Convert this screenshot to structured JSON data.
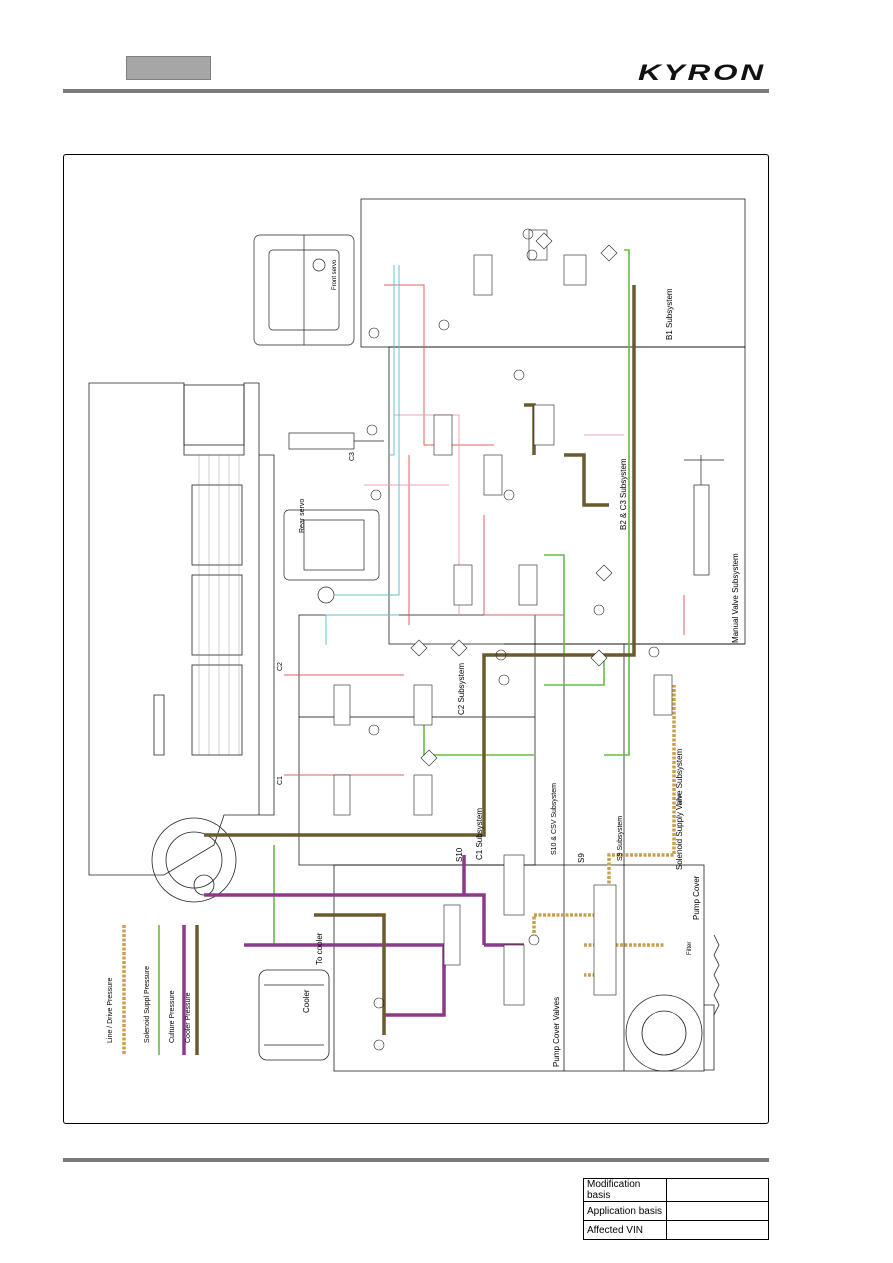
{
  "header": {
    "brand": "KYRON"
  },
  "diagram": {
    "subsystems": [
      "B1 Subsystem",
      "B2 & C3 Subsystem",
      "Manual Valve Subsystem",
      "C2 Subsystem",
      "S10 & CSV Subsystem",
      "C1 Subsystem",
      "S9 Subsystem",
      "Solenoid Supply Valve Subsystem",
      "Pump Cover Valves",
      "Pump Cover"
    ],
    "labels": {
      "s10": "S10",
      "s9": "S9",
      "to_cooler": "To cooler",
      "cooler": "Cooler",
      "rear_servo": "Rear servo",
      "front_servo": "Front servo",
      "filter": "Filter",
      "line": "Line",
      "c3": "C3",
      "c2": "C2",
      "c1": "C1"
    },
    "legend": [
      {
        "label": "Line / Drive Pressure",
        "color": "#c8a050"
      },
      {
        "label": "Solenoid Suppl Pressure",
        "color": "#66bb44"
      },
      {
        "label": "Culture Pressure",
        "color": "#8b3a8b"
      },
      {
        "label": "Cooler Pressure",
        "color": "#6b5a2e"
      }
    ]
  },
  "footer": {
    "rows": [
      {
        "label": "Modification basis",
        "value": ""
      },
      {
        "label": "Application basis",
        "value": ""
      },
      {
        "label": "Affected VIN",
        "value": ""
      }
    ]
  }
}
